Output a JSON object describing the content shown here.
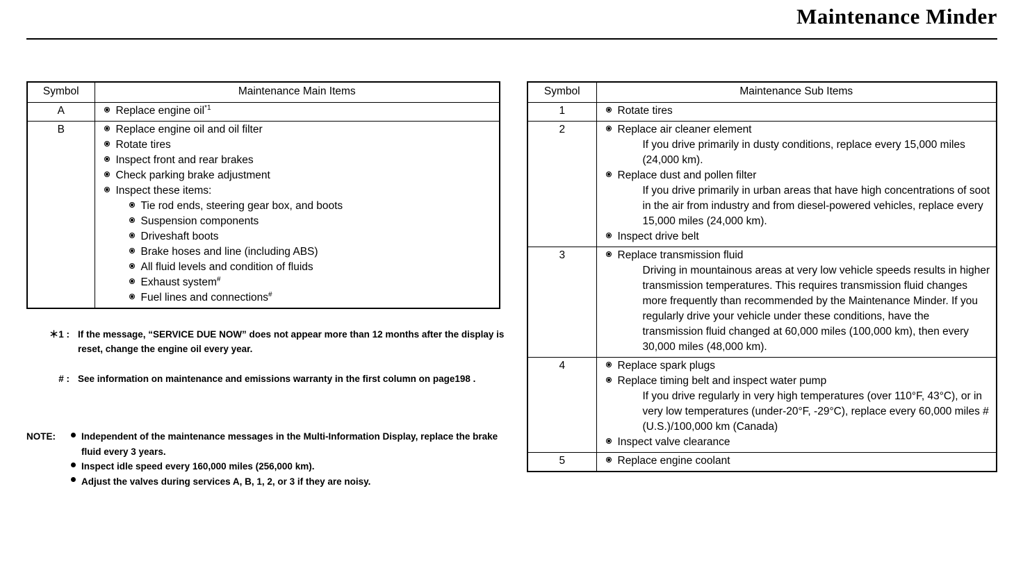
{
  "header": {
    "title": "Maintenance Minder"
  },
  "main_table": {
    "headers": [
      "Symbol",
      "Maintenance Main Items"
    ],
    "rows": [
      {
        "symbol": "A",
        "items": [
          {
            "text": "Replace engine oil",
            "footnote": "*1"
          }
        ]
      },
      {
        "symbol": "B",
        "items": [
          {
            "text": "Replace engine oil and oil filter"
          },
          {
            "text": "Rotate tires"
          },
          {
            "text": "Inspect front and rear brakes"
          },
          {
            "text": "Check parking brake adjustment"
          },
          {
            "text": "Inspect these items:",
            "subitems": [
              {
                "text": "Tie rod ends, steering gear box, and boots"
              },
              {
                "text": "Suspension components"
              },
              {
                "text": "Driveshaft boots"
              },
              {
                "text": "Brake hoses and line (including ABS)"
              },
              {
                "text": "All fluid levels and condition of fluids"
              },
              {
                "text": "Exhaust system",
                "footnote": "#"
              },
              {
                "text": "Fuel lines and connections",
                "footnote": "#"
              }
            ]
          }
        ]
      }
    ]
  },
  "sub_table": {
    "headers": [
      "Symbol",
      "Maintenance Sub Items"
    ],
    "rows": [
      {
        "symbol": "1",
        "items": [
          {
            "text": "Rotate tires"
          }
        ]
      },
      {
        "symbol": "2",
        "items": [
          {
            "text": "Replace air cleaner element",
            "desc": "If you drive primarily in dusty conditions, replace every 15,000 miles (24,000 km)."
          },
          {
            "text": "Replace dust and pollen filter",
            "desc": "If you drive primarily in urban areas that have high concentrations of soot in the air from industry and from diesel-powered vehicles, replace every 15,000 miles (24,000 km)."
          },
          {
            "text": "Inspect drive belt"
          }
        ]
      },
      {
        "symbol": "3",
        "items": [
          {
            "text": "Replace transmission fluid",
            "desc": "Driving in mountainous areas at very low vehicle speeds results in higher transmission temperatures. This requires transmission fluid changes more frequently than recommended by the Maintenance Minder. If you regularly drive your vehicle under these conditions, have the transmission fluid changed at 60,000 miles (100,000 km), then every 30,000 miles (48,000 km)."
          }
        ]
      },
      {
        "symbol": "4",
        "items": [
          {
            "text": "Replace spark plugs"
          },
          {
            "text": "Replace timing belt and inspect water pump",
            "desc": "If you drive regularly in very high temperatures (over 110°F, 43°C), or in very low temperatures (under-20°F, -29°C), replace every 60,000 miles # (U.S.)/100,000 km (Canada)"
          },
          {
            "text": "Inspect valve clearance"
          }
        ]
      },
      {
        "symbol": "5",
        "items": [
          {
            "text": "Replace engine coolant"
          }
        ]
      }
    ]
  },
  "footnotes": [
    {
      "mark": "＊1 :",
      "text": "If the message, “SERVICE DUE NOW” does not appear more than 12 months after the display is reset, change the engine oil every year."
    },
    {
      "mark": "# :",
      "text": "See information on maintenance and emissions warranty in the first column on page198 ."
    }
  ],
  "note": {
    "label": "NOTE:",
    "items": [
      "Independent of the maintenance messages in the Multi-Information Display, replace the brake fluid every 3 years.",
      "Inspect idle speed every 160,000 miles (256,000 km).",
      "Adjust the valves during services A, B, 1, 2, or 3 if they are noisy."
    ]
  }
}
